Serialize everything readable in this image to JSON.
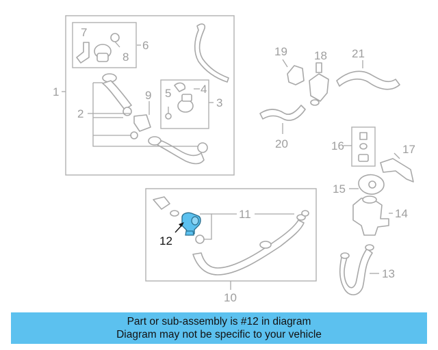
{
  "callouts": {
    "c1": "1",
    "c2": "2",
    "c3": "3",
    "c4": "4",
    "c5": "5",
    "c6": "6",
    "c7": "7",
    "c8": "8",
    "c9": "9",
    "c10": "10",
    "c11": "11",
    "c12": "12",
    "c13": "13",
    "c14": "14",
    "c15": "15",
    "c16": "16",
    "c17": "17",
    "c18": "18",
    "c19": "19",
    "c20": "20",
    "c21": "21"
  },
  "highlighted_part": "12",
  "colors": {
    "banner": "#5cc1ef",
    "highlight": "#5cc1ef",
    "line": "#a8a8a8"
  },
  "banner": {
    "line1": "Part or sub-assembly is #12 in diagram",
    "line2": "Diagram may not be specific to your vehicle"
  }
}
